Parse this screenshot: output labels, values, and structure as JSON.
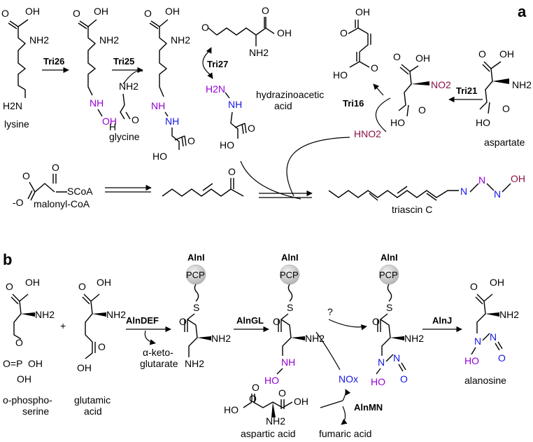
{
  "panels": {
    "a": "a",
    "b": "b"
  },
  "colors": {
    "purple": "#9400d3",
    "blue": "#1515e0",
    "maroon": "#8b1048"
  },
  "panel_a": {
    "compound_labels": {
      "lysine": "lysine",
      "glycine": "glycine",
      "hydrazinoacetic_line1": "hydrazinoacetic",
      "hydrazinoacetic_line2": "acid",
      "aspartate": "aspartate",
      "malonyl_coa": "malonyl-CoA",
      "triascin_c": "triascin C"
    },
    "enzymes": {
      "tri26": "Tri26",
      "tri25": "Tri25",
      "tri27": "Tri27",
      "tri16": "Tri16",
      "tri21": "Tri21"
    },
    "atoms": {
      "oh": "OH",
      "o": "O",
      "nh2": "NH2",
      "h2n": "H2N",
      "n": "N",
      "h": "H",
      "nh": "NH",
      "no2": "NO2",
      "hno2": "HNO2",
      "scoa": "SCoA",
      "o_minus": "-O",
      "ho": "HO"
    }
  },
  "panel_b": {
    "compound_labels": {
      "phosphoserine_line1": "o-phospho-",
      "phosphoserine_line2": "serine",
      "glutamic_line1": "glutamic",
      "glutamic_line2": "acid",
      "ketoglutarate_line1": "α-keto-",
      "ketoglutarate_line2": "glutarate",
      "aspartic": "aspartic acid",
      "fumaric": "fumaric acid",
      "alanosine": "alanosine",
      "nox": "NOx",
      "question": "?",
      "plus": "+"
    },
    "enzymes": {
      "alndef": "AlnDEF",
      "alngl": "AlnGL",
      "alnj": "AlnJ",
      "alnmn": "AlnMN",
      "alni": "AlnI",
      "pcp": "PCP"
    }
  }
}
